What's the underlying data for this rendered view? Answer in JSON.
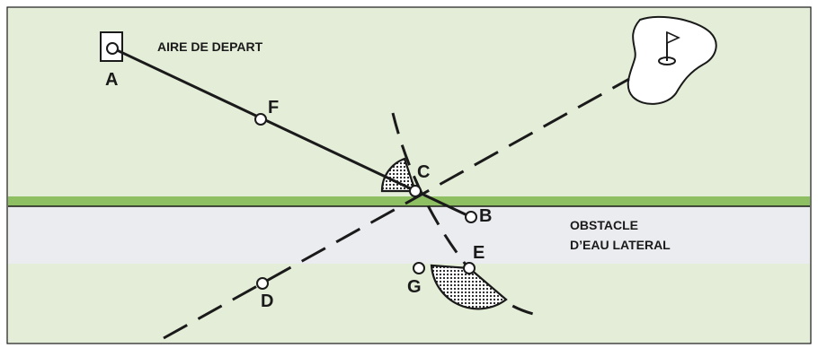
{
  "diagram": {
    "colors": {
      "grass": "#e3edd7",
      "hazard_line": "#8fbf63",
      "water": "#ebecf0",
      "ink": "#1a1a1a",
      "green_fill": "#ffffff"
    },
    "labels": {
      "tee_area": "AIRE DE DEPART",
      "hazard_line1": "OBSTACLE",
      "hazard_line2": "D’EAU LATERAL"
    },
    "points": {
      "A": "A",
      "B": "B",
      "C": "C",
      "D": "D",
      "E": "E",
      "F": "F",
      "G": "G"
    },
    "icons": {
      "tee": "tee-box-icon",
      "green": "putting-green-flag-icon"
    }
  }
}
